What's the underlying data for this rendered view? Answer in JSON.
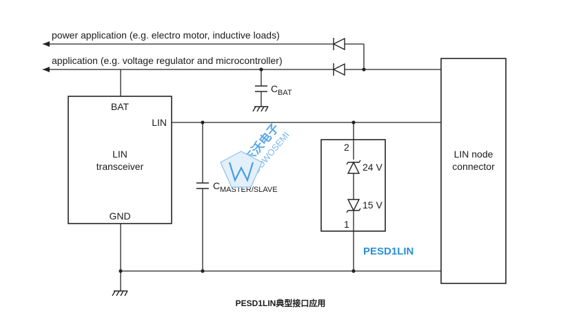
{
  "labels": {
    "power_line": "power application (e.g. electro motor, inductive loads)",
    "app_line": "application (e.g. voltage regulator and microcontroller)",
    "cbat_main": "C",
    "cbat_sub": "BAT",
    "cms_main": "C",
    "cms_sub": "MASTER/SLAVE",
    "bat_pin": "BAT",
    "lin_pin": "LIN",
    "gnd_pin": "GND",
    "transceiver_line1": "LIN",
    "transceiver_line2": "transceiver",
    "connector_line1": "LIN node",
    "connector_line2": "connector",
    "pin2": "2",
    "pin1": "1",
    "zener_top": "24 V",
    "zener_bottom": "15 V",
    "device_name": "PESD1LIN",
    "caption": "PESD1LIN典型接口应用"
  },
  "watermark": {
    "chinese": "东沃电子",
    "english": "DOWOSEMI"
  },
  "colors": {
    "line": "#222222",
    "accent_blue": "#2a8fd4",
    "watermark_blue": "#59a6e6"
  }
}
